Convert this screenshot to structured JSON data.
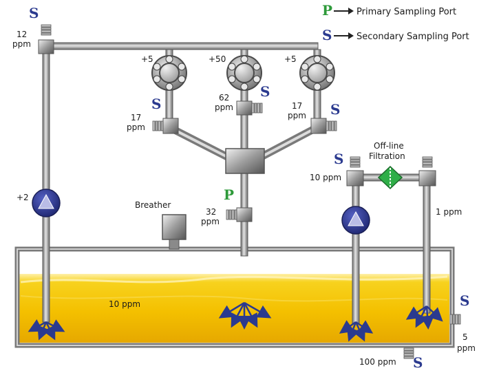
{
  "legend": {
    "primary_symbol": "P",
    "primary_label": "Primary Sampling Port",
    "secondary_symbol": "S",
    "secondary_label": "Secondary Sampling Port"
  },
  "symbols": {
    "secondary": "S",
    "primary": "P"
  },
  "labels": {
    "top_left_ppm_line1": "12",
    "top_left_ppm_line2": "ppm",
    "pump_left": "+2",
    "bearing_left": "+5",
    "bearing_mid": "+50",
    "bearing_right": "+5",
    "left_port_ppm_line1": "17",
    "left_port_ppm_line2": "ppm",
    "mid_port_ppm_line1": "62",
    "mid_port_ppm_line2": "ppm",
    "right_port_ppm_line1": "17",
    "right_port_ppm_line2": "ppm",
    "breather": "Breather",
    "primary_port_ppm_line1": "32",
    "primary_port_ppm_line2": "ppm",
    "offline_line1": "Off-line",
    "offline_line2": "Filtration",
    "offline_ppm": "10 ppm",
    "return_ppm": "1 ppm",
    "reservoir_ppm": "10 ppm",
    "side_port_ppm_line1": "5",
    "side_port_ppm_line2": "ppm",
    "bottom_port_ppm": "100 ppm"
  },
  "colors": {
    "secondary": "#2b3a8f",
    "primary": "#2e9a3a",
    "pump": "#2f3a92",
    "filter": "#2fae48",
    "oil": "#f2c200"
  }
}
